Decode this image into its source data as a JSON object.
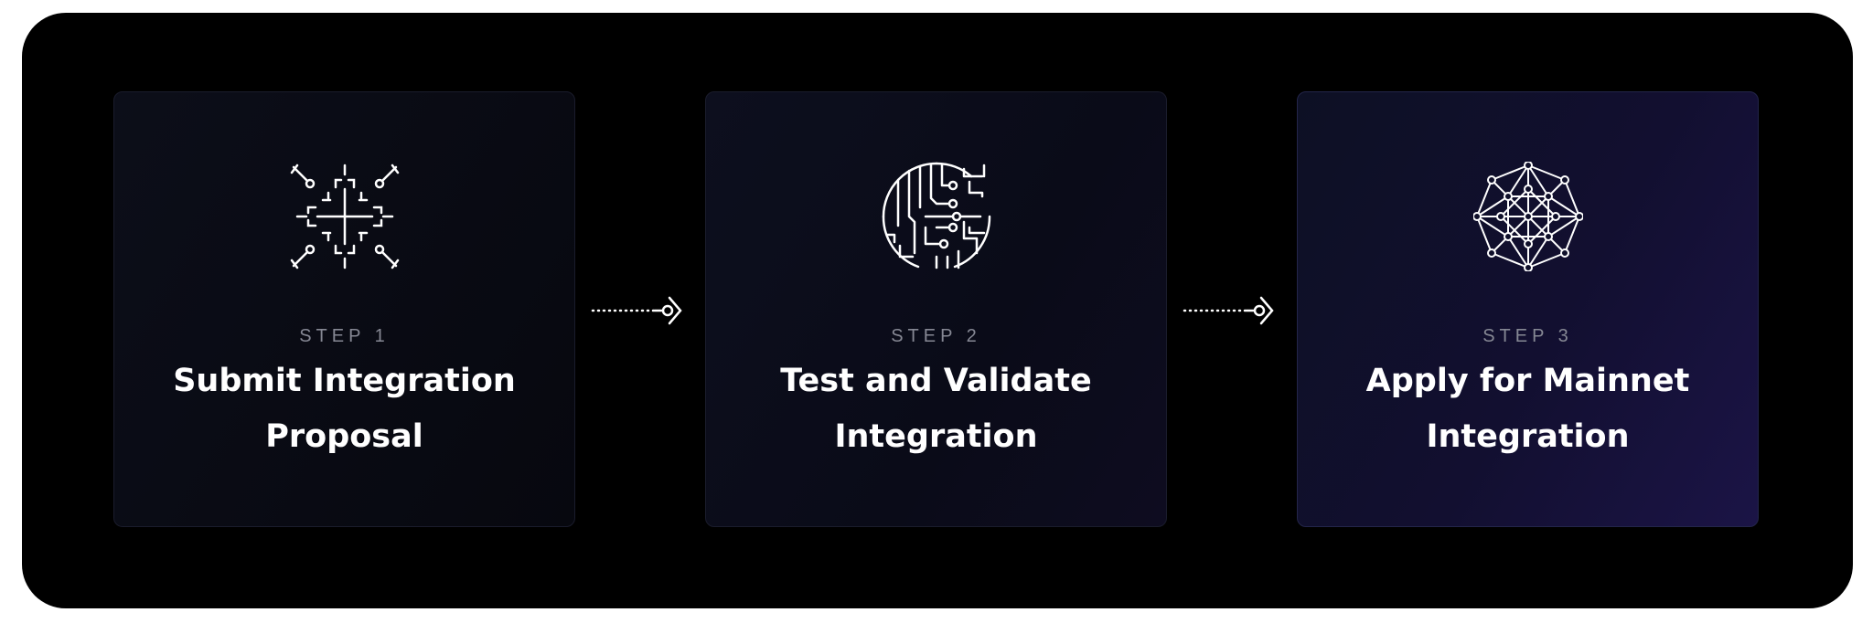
{
  "steps": [
    {
      "icon": "network-lines-icon",
      "label": "STEP 1",
      "title": "Submit Integration Proposal"
    },
    {
      "icon": "circuit-globe-icon",
      "label": "STEP 2",
      "title": "Test and Validate Integration"
    },
    {
      "icon": "node-network-icon",
      "label": "STEP 3",
      "title": "Apply for Mainnet Integration"
    }
  ],
  "connectors": [
    "dotted-arrow-icon",
    "dotted-arrow-icon"
  ],
  "colors": {
    "background": "#000000",
    "text": "#ffffff",
    "step_label": "#868894",
    "icon_stroke": "#ffffff"
  }
}
